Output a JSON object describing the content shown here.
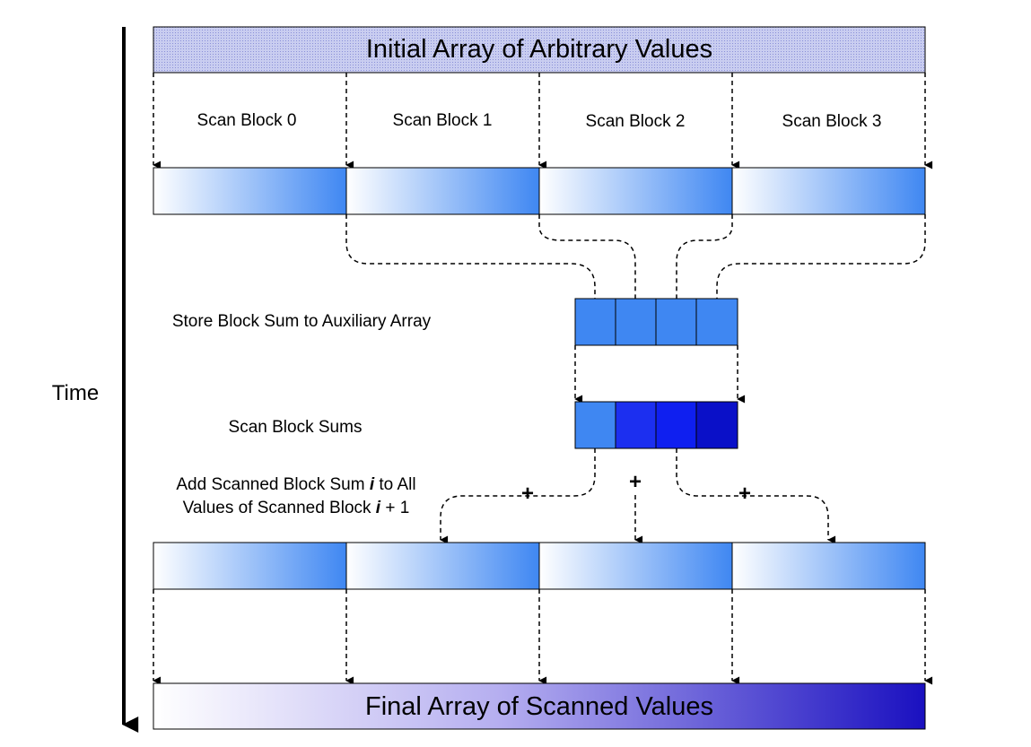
{
  "time_label": "Time",
  "initial_array": {
    "title": "Initial Array of Arbitrary Values"
  },
  "blocks": [
    "Scan Block 0",
    "Scan Block 1",
    "Scan Block 2",
    "Scan Block 3"
  ],
  "steps": {
    "store": "Store Block Sum to Auxiliary Array",
    "scan": "Scan Block Sums",
    "add_line1_a": "Add Scanned Block Sum ",
    "add_line1_i": "i",
    "add_line1_b": " to All",
    "add_line2_a": "Values of Scanned Block ",
    "add_line2_i": "i",
    "add_line2_b": " + 1"
  },
  "plus_sign": "+",
  "final_array": {
    "title": "Final Array of Scanned Values"
  },
  "colors": {
    "block_fill": "#3f87f2",
    "scan_sums": [
      "#3f87f2",
      "#1c2ff0",
      "#0f1ff0",
      "#0a10c8"
    ],
    "final_gradient_end": "#1a10c0",
    "initial_fill": "#c9cdf0"
  }
}
